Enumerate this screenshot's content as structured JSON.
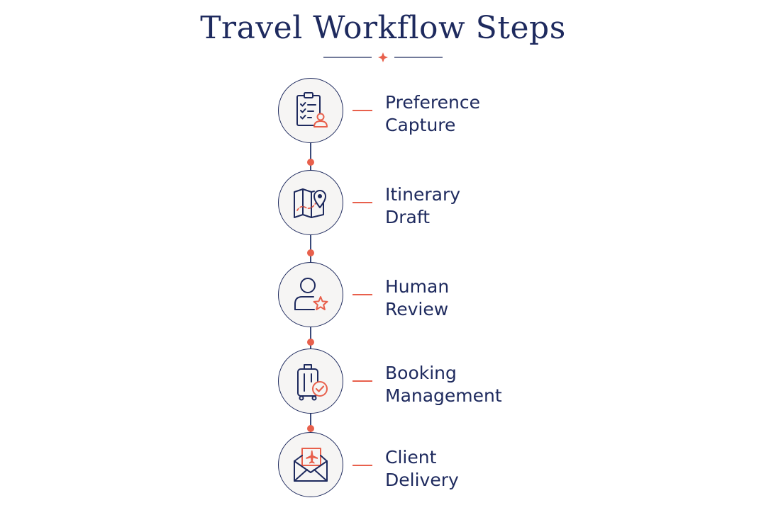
{
  "title": "Travel Workflow Steps",
  "colors": {
    "navy": "#1e2a5e",
    "accent": "#e8604c",
    "circle_fill": "#f6f5f4"
  },
  "steps": [
    {
      "line1": "Preference",
      "line2": "Capture",
      "icon": "clipboard-user-icon"
    },
    {
      "line1": "Itinerary",
      "line2": "Draft",
      "icon": "map-pin-icon"
    },
    {
      "line1": "Human",
      "line2": "Review",
      "icon": "person-star-icon"
    },
    {
      "line1": "Booking",
      "line2": "Management",
      "icon": "luggage-check-icon"
    },
    {
      "line1": "Client",
      "line2": "Delivery",
      "icon": "envelope-plane-icon"
    }
  ]
}
